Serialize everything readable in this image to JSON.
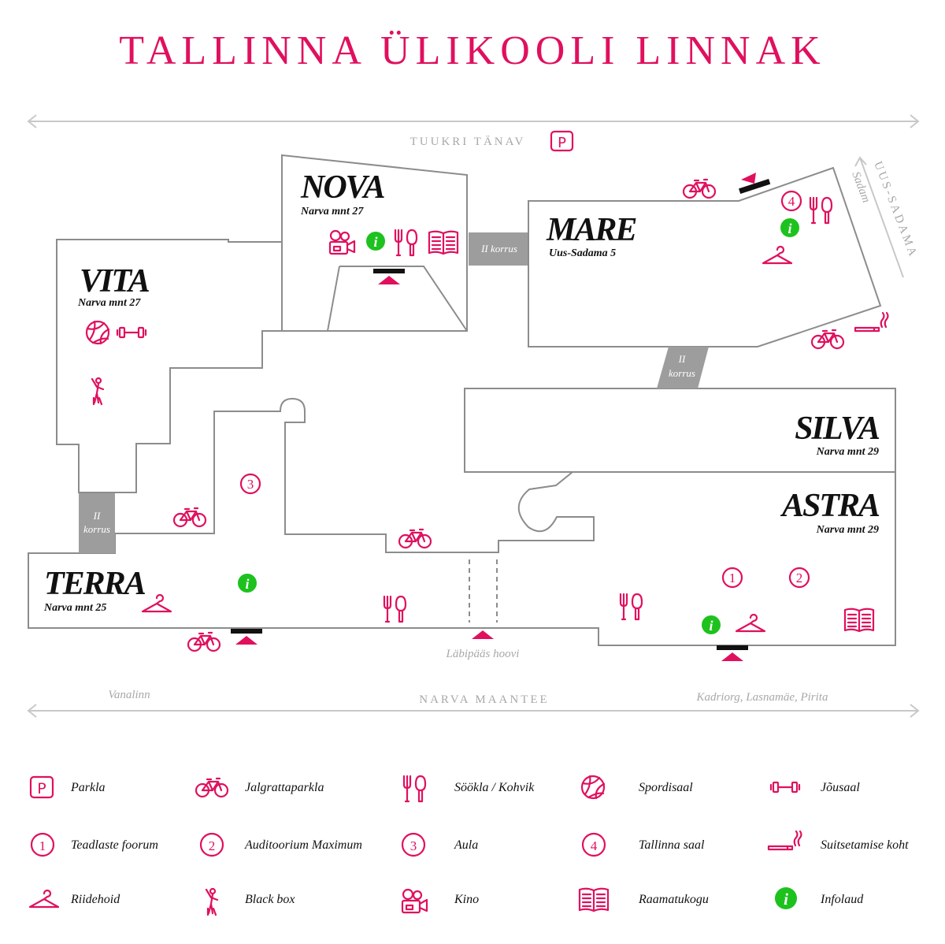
{
  "title": "TALLINNA ÜLIKOOLI LINNAK",
  "streets": {
    "top": "TUUKRI TÄNAV",
    "bottom": "NARVA MAANTEE",
    "bottom_left": "Vanalinn",
    "bottom_right": "Kadriorg, Lasnamäe, Pirita",
    "right": "UUS-SADAMA",
    "right_small": "Sadam",
    "passage": "Läbipääs hoovi"
  },
  "buildings": [
    {
      "name": "NOVA",
      "address": "Narva mnt 27"
    },
    {
      "name": "VITA",
      "address": "Narva mnt 27"
    },
    {
      "name": "MARE",
      "address": "Uus-Sadama 5"
    },
    {
      "name": "SILVA",
      "address": "Narva mnt 29"
    },
    {
      "name": "ASTRA",
      "address": "Narva mnt 29"
    },
    {
      "name": "TERRA",
      "address": "Narva mnt 25"
    }
  ],
  "connectors": [
    {
      "line1": "II korrus",
      "line2": ""
    },
    {
      "line1": "II",
      "line2": "korrus"
    },
    {
      "line1": "II",
      "line2": "korrus"
    }
  ],
  "room_numbers": [
    "1",
    "2",
    "3",
    "4"
  ],
  "parking_glyph": "P",
  "info_glyph": "i",
  "legend": [
    {
      "icon": "parking-icon",
      "label": "Parkla"
    },
    {
      "icon": "bicycle-icon",
      "label": "Jalgrattaparkla"
    },
    {
      "icon": "cutlery-icon",
      "label": "Söökla / Kohvik"
    },
    {
      "icon": "volleyball-icon",
      "label": "Spordisaal"
    },
    {
      "icon": "dumbbell-icon",
      "label": "Jõusaal"
    },
    {
      "icon": "number-1-icon",
      "label": "Teadlaste foorum"
    },
    {
      "icon": "number-2-icon",
      "label": "Auditoorium Maximum"
    },
    {
      "icon": "number-3-icon",
      "label": "Aula"
    },
    {
      "icon": "number-4-icon",
      "label": "Tallinna saal"
    },
    {
      "icon": "smoking-icon",
      "label": "Suitsetamise koht"
    },
    {
      "icon": "hanger-icon",
      "label": "Riidehoid"
    },
    {
      "icon": "dancer-icon",
      "label": "Black box"
    },
    {
      "icon": "movie-camera-icon",
      "label": "Kino"
    },
    {
      "icon": "book-icon",
      "label": "Raamatukogu"
    },
    {
      "icon": "info-icon",
      "label": "Infolaud"
    }
  ],
  "colors": {
    "accent": "#e0105e",
    "info": "#1ec21e",
    "wall": "#8c8c8c",
    "connector": "#9d9d9d",
    "street": "#a8a8a8"
  }
}
